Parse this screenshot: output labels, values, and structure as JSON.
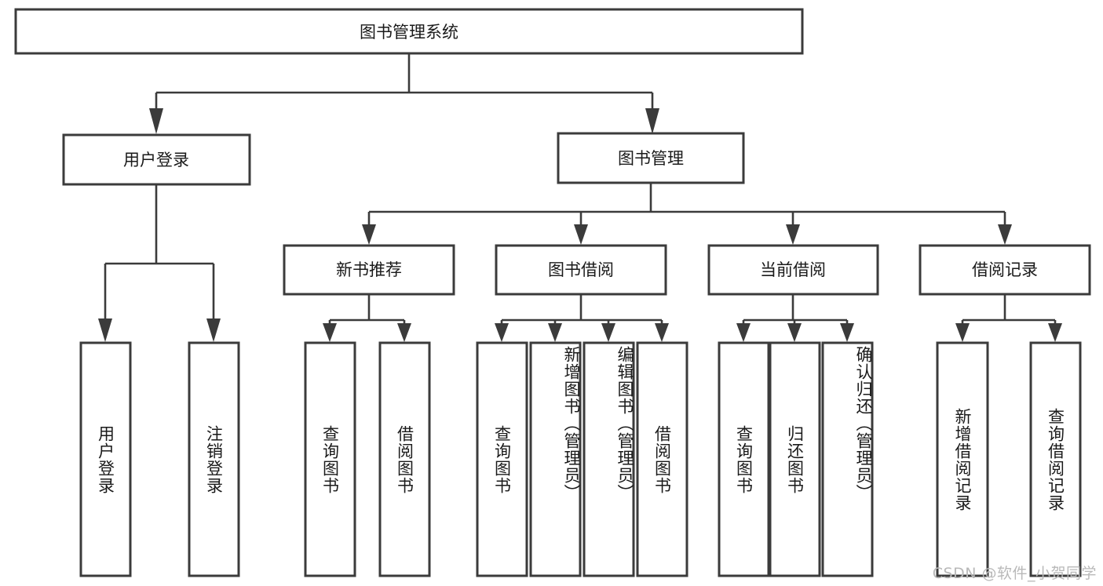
{
  "diagram": {
    "title": "图书管理系统",
    "type": "hierarchy-tree",
    "watermark": "CSDN @软件_小贺同学",
    "colors": {
      "stroke": "#3b3b3b",
      "fill": "#ffffff",
      "text": "#1a1a1a",
      "watermark": "#b9b9b9"
    },
    "levels": {
      "root": {
        "label": "图书管理系统"
      },
      "level2": [
        {
          "label": "用户登录"
        },
        {
          "label": "图书管理"
        }
      ],
      "level3": [
        {
          "label": "新书推荐"
        },
        {
          "label": "图书借阅"
        },
        {
          "label": "当前借阅"
        },
        {
          "label": "借阅记录"
        }
      ],
      "leaves_user_login": [
        {
          "label": "用户登录"
        },
        {
          "label": "注销登录"
        }
      ],
      "leaves_new_book": [
        {
          "label": "查询图书"
        },
        {
          "label": "借阅图书"
        }
      ],
      "leaves_borrow": [
        {
          "label": "查询图书"
        },
        {
          "label": "新增图书（管理员）"
        },
        {
          "label": "编辑图书（管理员）"
        },
        {
          "label": "借阅图书"
        }
      ],
      "leaves_current": [
        {
          "label": "查询图书"
        },
        {
          "label": "归还图书"
        },
        {
          "label": "确认归还（管理员）"
        }
      ],
      "leaves_records": [
        {
          "label": "新增借阅记录"
        },
        {
          "label": "查询借阅记录"
        }
      ]
    }
  }
}
